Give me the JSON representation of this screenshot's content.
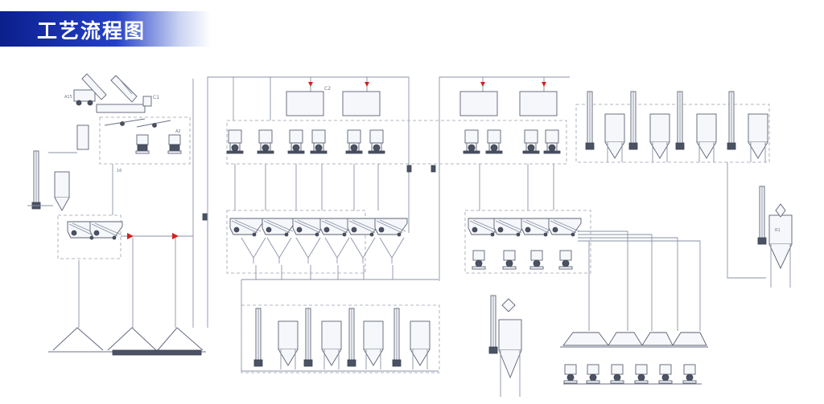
{
  "header": {
    "title": "工艺流程图"
  },
  "labels": {
    "bin_c1": "C1",
    "bin_c2": "C2",
    "elevator_a15": "A15",
    "label_16": "16",
    "tank_mark": "R1"
  },
  "colors": {
    "banner_dark": "#0b1f8c",
    "banner_light": "#2440c8",
    "line": "#8a92a6",
    "arrow": "#d42020"
  }
}
